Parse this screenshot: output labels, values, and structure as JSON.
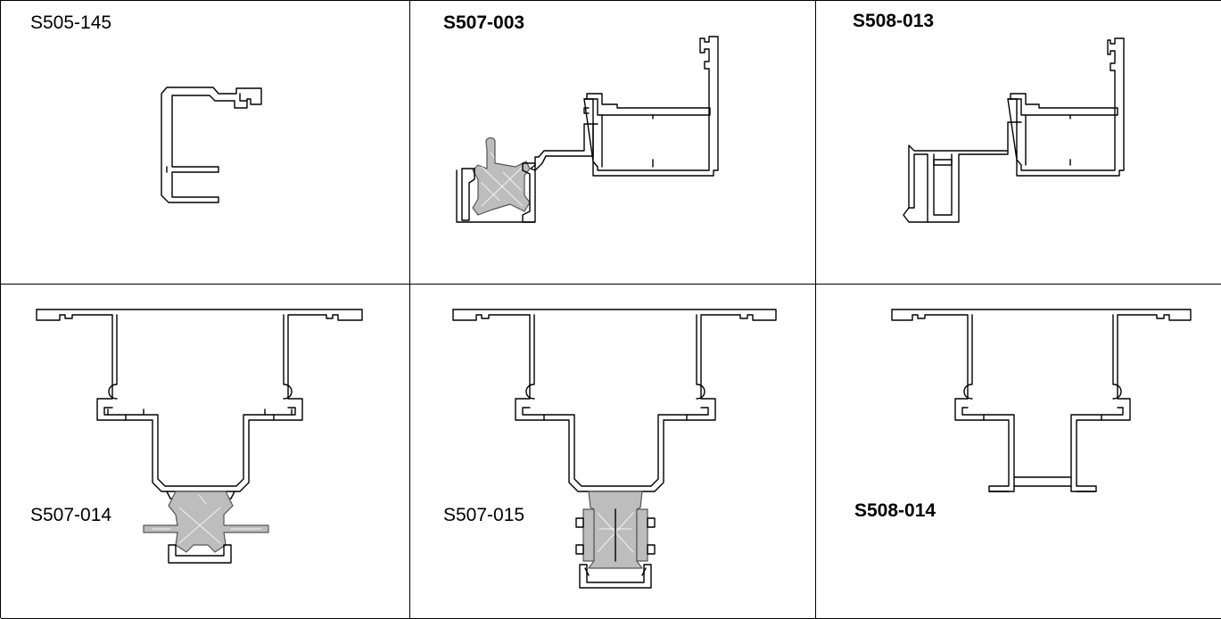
{
  "profiles": [
    {
      "code": "S505-145"
    },
    {
      "code": "S507-003"
    },
    {
      "code": "S508-013"
    },
    {
      "code": "S507-014"
    },
    {
      "code": "S507-015"
    },
    {
      "code": "S508-014"
    }
  ]
}
